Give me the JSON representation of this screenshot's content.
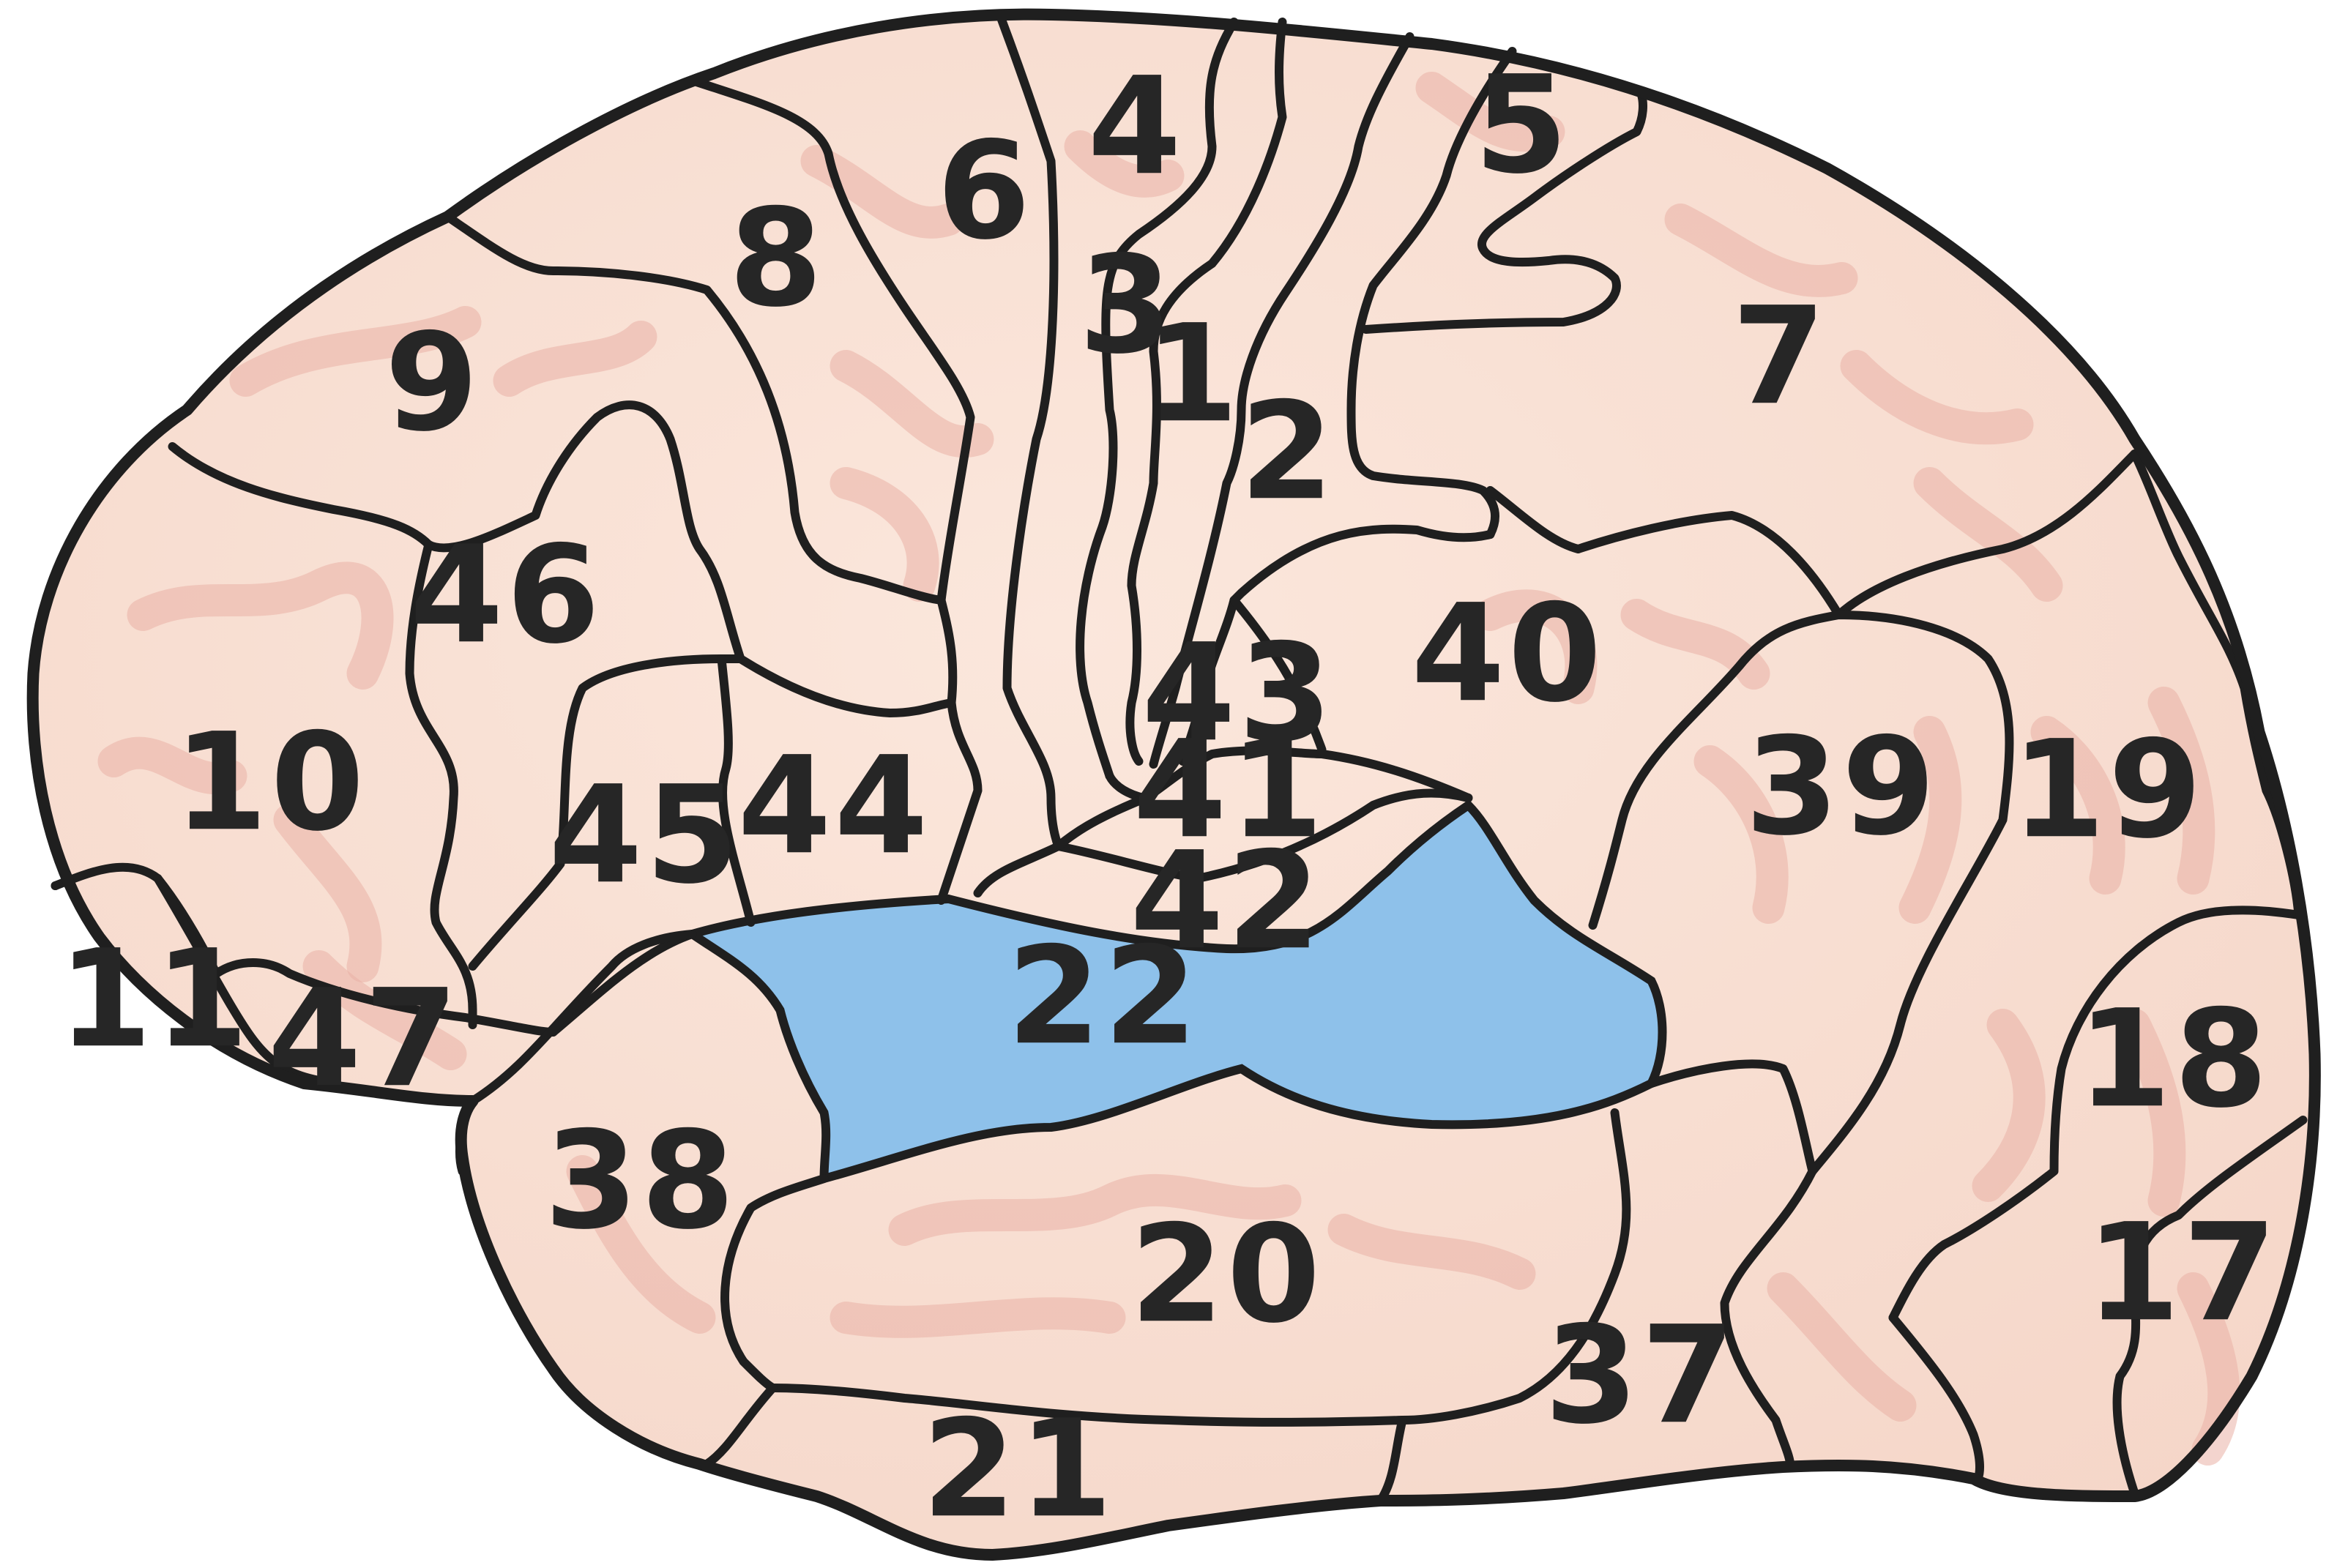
{
  "colors": {
    "brain_fill": "#f5d6c8",
    "brain_highlight": "#fbe7dc",
    "vein": "#eab1a6",
    "highlight_area": "#8ec1ea",
    "outline": "#1f1f1f",
    "label": "#262626"
  },
  "highlighted_area": "22",
  "areas": [
    {
      "id": "a1",
      "label": "1"
    },
    {
      "id": "a2",
      "label": "2"
    },
    {
      "id": "a3",
      "label": "3"
    },
    {
      "id": "a4",
      "label": "4"
    },
    {
      "id": "a5",
      "label": "5"
    },
    {
      "id": "a6",
      "label": "6"
    },
    {
      "id": "a7",
      "label": "7"
    },
    {
      "id": "a8",
      "label": "8"
    },
    {
      "id": "a9",
      "label": "9"
    },
    {
      "id": "a10",
      "label": "10"
    },
    {
      "id": "a11",
      "label": "11"
    },
    {
      "id": "a17",
      "label": "17"
    },
    {
      "id": "a18",
      "label": "18"
    },
    {
      "id": "a19",
      "label": "19"
    },
    {
      "id": "a20",
      "label": "20"
    },
    {
      "id": "a21",
      "label": "21"
    },
    {
      "id": "a22",
      "label": "22"
    },
    {
      "id": "a37",
      "label": "37"
    },
    {
      "id": "a38",
      "label": "38"
    },
    {
      "id": "a39",
      "label": "39"
    },
    {
      "id": "a40",
      "label": "40"
    },
    {
      "id": "a41",
      "label": "41"
    },
    {
      "id": "a42",
      "label": "42"
    },
    {
      "id": "a43",
      "label": "43"
    },
    {
      "id": "a44",
      "label": "44"
    },
    {
      "id": "a45",
      "label": "45"
    },
    {
      "id": "a46",
      "label": "46"
    },
    {
      "id": "a47",
      "label": "47"
    }
  ]
}
